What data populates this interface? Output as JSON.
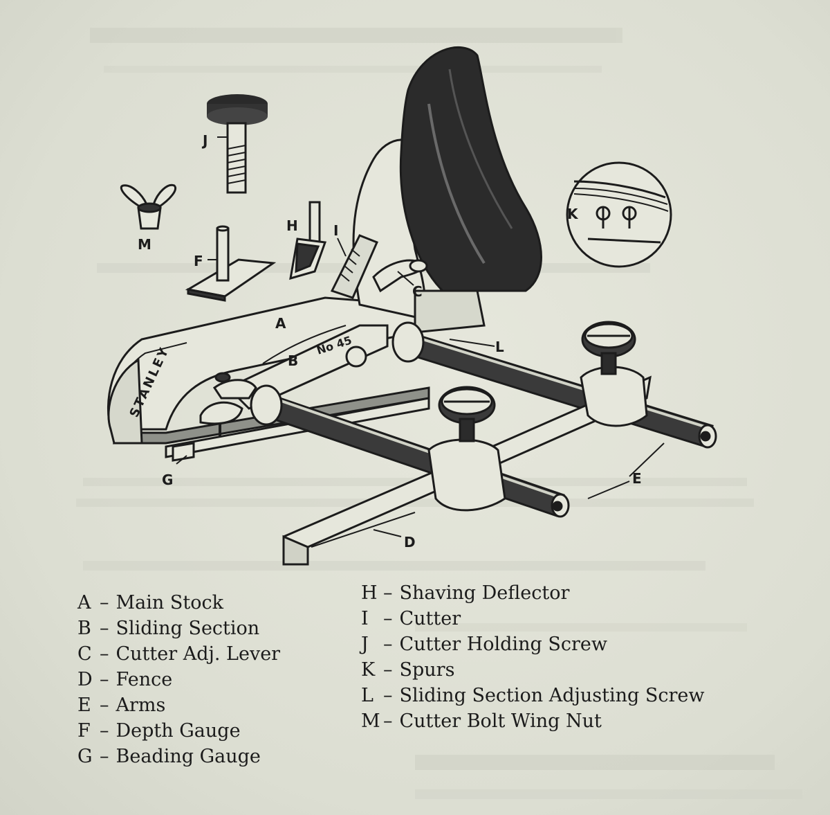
{
  "parts": [
    {
      "letter": "A",
      "name": "Main Stock"
    },
    {
      "letter": "B",
      "name": "Sliding Section"
    },
    {
      "letter": "C",
      "name": "Cutter Adj. Lever"
    },
    {
      "letter": "D",
      "name": "Fence"
    },
    {
      "letter": "E",
      "name": "Arms"
    },
    {
      "letter": "F",
      "name": "Depth Gauge"
    },
    {
      "letter": "G",
      "name": "Beading Gauge"
    },
    {
      "letter": "H",
      "name": "Shaving Deflector"
    },
    {
      "letter": "I",
      "name": "Cutter"
    },
    {
      "letter": "J",
      "name": "Cutter Holding Screw"
    },
    {
      "letter": "K",
      "name": "Spurs"
    },
    {
      "letter": "L",
      "name": "Sliding Section Adjusting Screw"
    },
    {
      "letter": "M",
      "name": "Cutter Bolt Wing Nut"
    }
  ],
  "separator": "–",
  "engraving": {
    "brand": "STANLEY",
    "model": "No 45"
  },
  "colors": {
    "paper": "#dfe1d6",
    "ink": "#1c1c1c"
  }
}
